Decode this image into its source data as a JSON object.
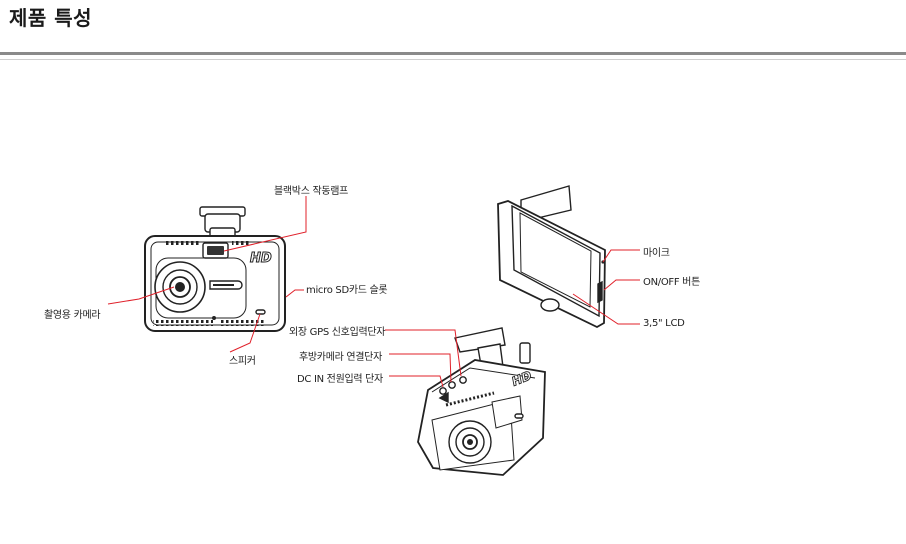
{
  "header": {
    "title": "제품 특성"
  },
  "callouts": {
    "status_lamp": "블랙박스 작동램프",
    "micro_sd": "micro SD카드 슬롯",
    "camera": "촬영용 카메라",
    "speaker": "스피커",
    "mic": "마이크",
    "power_button": "ON/OFF 버튼",
    "lcd": "3,5\" LCD",
    "gps_port": "외장 GPS 신호입력단자",
    "rear_cam_port": "후방카메라 연결단자",
    "dc_in": "DC IN 전원입력 단자"
  },
  "device_marks": {
    "front_logo": "HD",
    "rear_logo": "HD"
  },
  "colors": {
    "callout_line": "#e0202a",
    "outline": "#222222",
    "rule": "#8a8a8a"
  }
}
